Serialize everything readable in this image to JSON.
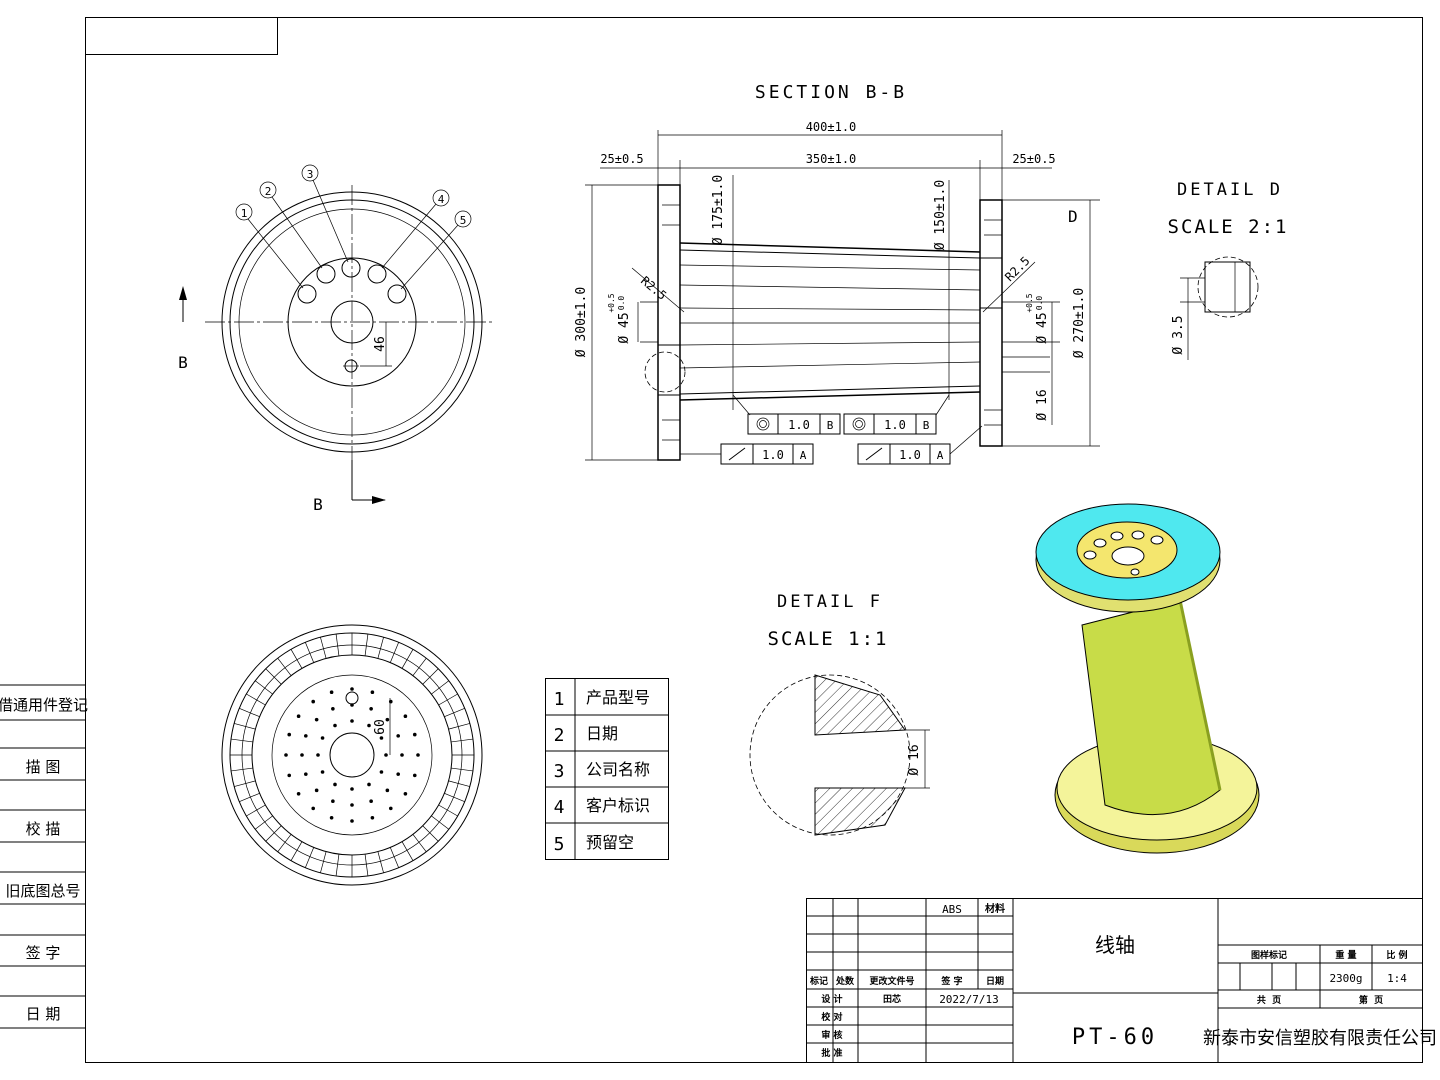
{
  "side_strip": {
    "items": [
      "借通用件登记",
      "描 图",
      "校 描",
      "旧底图总号",
      "签 字",
      "日 期"
    ]
  },
  "views": {
    "section_title": "SECTION B-B",
    "section_marker_left": "B",
    "section_marker_bottom": "B",
    "detail_d_title": "DETAIL D",
    "detail_d_scale": "SCALE 2:1",
    "detail_d_marker": "D",
    "detail_d_dim": "Ø 3.5",
    "detail_f_title": "DETAIL F",
    "detail_f_scale": "SCALE 1:1",
    "detail_f_dim": "Ø 16",
    "front_dim": "46",
    "bottom_dim": "60",
    "balloons": [
      "1",
      "2",
      "3",
      "4",
      "5"
    ]
  },
  "section_dims": {
    "overall_length": "400±1.0",
    "inner_length": "350±1.0",
    "flange_left": "25±0.5",
    "flange_right": "25±0.5",
    "dia_300": "Ø 300±1.0",
    "dia_175": "Ø 175±1.0",
    "dia_150": "Ø 150±1.0",
    "dia_270": "Ø 270±1.0",
    "dia_45_left": "Ø 45",
    "dia_45_right": "Ø 45",
    "tol_45_upper": "+0.5",
    "tol_45_lower": "0.0",
    "dia_16": "Ø 16",
    "radius_left": "R2.5",
    "radius_right": "R2.5",
    "gdt": [
      {
        "symbol": "concentricity",
        "value": "1.0",
        "datum": "B"
      },
      {
        "symbol": "concentricity",
        "value": "1.0",
        "datum": "B"
      },
      {
        "symbol": "runout",
        "value": "1.0",
        "datum": "A"
      },
      {
        "symbol": "runout",
        "value": "1.0",
        "datum": "A"
      }
    ]
  },
  "legend_table": [
    {
      "num": "1",
      "label": "产品型号"
    },
    {
      "num": "2",
      "label": "日期"
    },
    {
      "num": "3",
      "label": "公司名称"
    },
    {
      "num": "4",
      "label": "客户标识"
    },
    {
      "num": "5",
      "label": "预留空"
    }
  ],
  "title_block": {
    "material_value": "ABS",
    "material_label": "材料",
    "hdr_mark": "标记",
    "hdr_count": "处数",
    "hdr_doc": "更改文件号",
    "hdr_sign": "签 字",
    "hdr_date": "日期",
    "design_label": "设 计",
    "designer": "田芯",
    "design_date": "2022/7/13",
    "check_label": "校 对",
    "review_label": "审 核",
    "approve_label": "批 准",
    "part_name": "线轴",
    "part_number": "PT-60",
    "drawing_mark_label": "图样标记",
    "weight_label": "重 量",
    "scale_label": "比 例",
    "weight_value": "2300g",
    "scale_value": "1:4",
    "total_pages": "共  页",
    "page_no": "第  页",
    "company": "新泰市安信塑胶有限责任公司"
  },
  "colors": {
    "model_flange_face": "#4fe8ef",
    "model_flange_rim": "#f4f49a",
    "model_barrel": "#c8dc48",
    "model_hub": "#f4e66e"
  }
}
